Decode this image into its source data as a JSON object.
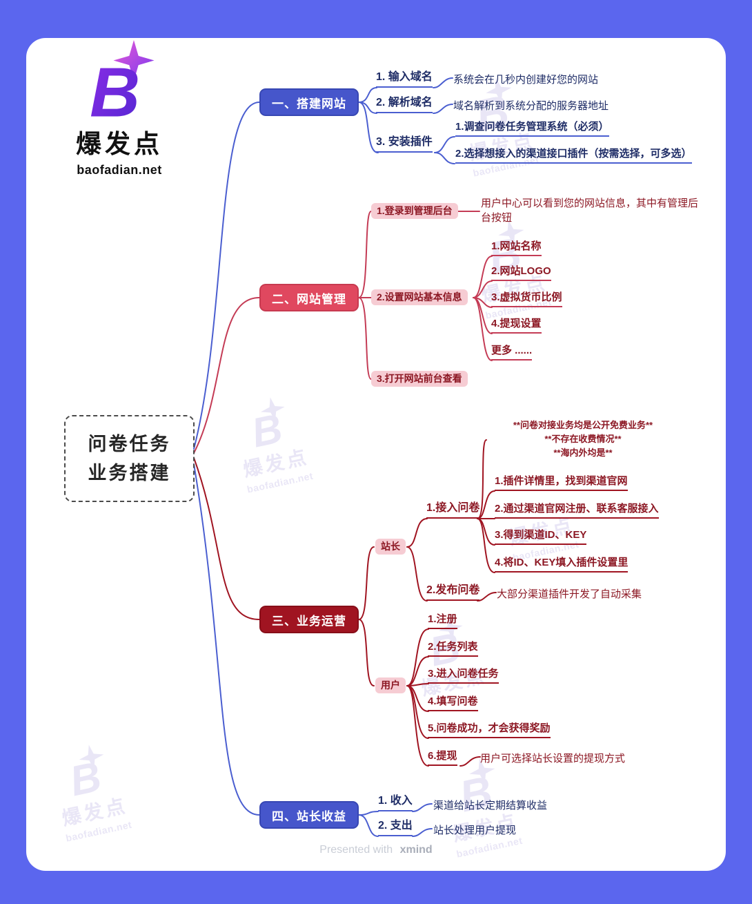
{
  "brand": {
    "name": "爆发点",
    "domain": "baofadian.net",
    "logo_letter": "B"
  },
  "footer": {
    "presented_prefix": "Presented with",
    "presented_app": "xmind"
  },
  "colors": {
    "background": "#5b66ee",
    "canvas": "#ffffff",
    "branch_blue": "#4656cb",
    "branch_red": "#e0485f",
    "branch_dark_red": "#a01421",
    "tag_pink": "#f6ccd3",
    "text_navy": "#1e2c66",
    "text_maroon": "#8c1723",
    "line_blue": "#4a5ed0",
    "line_red": "#c43b55",
    "line_dark_red": "#a01421",
    "logo_purple": "#6d2bd9",
    "watermark": "#7b69cc"
  },
  "mindmap": {
    "root": {
      "line1": "问卷任务",
      "line2": "业务搭建"
    },
    "branches": [
      {
        "label": "一、搭建网站",
        "children": [
          {
            "label": "1. 输入域名",
            "leaf": "系统会在几秒内创建好您的网站"
          },
          {
            "label": "2. 解析域名",
            "leaf": "域名解析到系统分配的服务器地址"
          },
          {
            "label": "3. 安装插件",
            "leaves": [
              "1.调查问卷任务管理系统（必须）",
              "2.选择想接入的渠道接口插件（按需选择，可多选）"
            ]
          }
        ]
      },
      {
        "label": "二、网站管理",
        "children": [
          {
            "label": "1.登录到管理后台",
            "leaf": "用户中心可以看到您的网站信息，其中有管理后台按钮"
          },
          {
            "label": "2.设置网站基本信息",
            "leaves": [
              "1.网站名称",
              "2.网站LOGO",
              "3.虚拟货币比例",
              "4.提现设置",
              "更多 ......"
            ]
          },
          {
            "label": "3.打开网站前台查看"
          }
        ]
      },
      {
        "label": "三、业务运营",
        "children": [
          {
            "label": "站长",
            "children": [
              {
                "label": "1.接入问卷",
                "note_lines": [
                  "**问卷对接业务均是公开免费业务**",
                  "**不存在收费情况**",
                  "**海内外均是**"
                ],
                "leaves": [
                  "1.插件详情里，找到渠道官网",
                  "2.通过渠道官网注册、联系客服接入",
                  "3.得到渠道ID、KEY",
                  "4.将ID、KEY填入插件设置里"
                ]
              },
              {
                "label": "2.发布问卷",
                "leaf": "大部分渠道插件开发了自动采集"
              }
            ]
          },
          {
            "label": "用户",
            "children": [
              {
                "label": "1.注册"
              },
              {
                "label": "2.任务列表"
              },
              {
                "label": "3.进入问卷任务"
              },
              {
                "label": "4.填写问卷"
              },
              {
                "label": "5.问卷成功，才会获得奖励"
              },
              {
                "label": "6.提现",
                "leaf": "用户可选择站长设置的提现方式"
              }
            ]
          }
        ]
      },
      {
        "label": "四、站长收益",
        "children": [
          {
            "label": "1. 收入",
            "leaf": "渠道给站长定期结算收益"
          },
          {
            "label": "2. 支出",
            "leaf": "站长处理用户提现"
          }
        ]
      }
    ]
  }
}
